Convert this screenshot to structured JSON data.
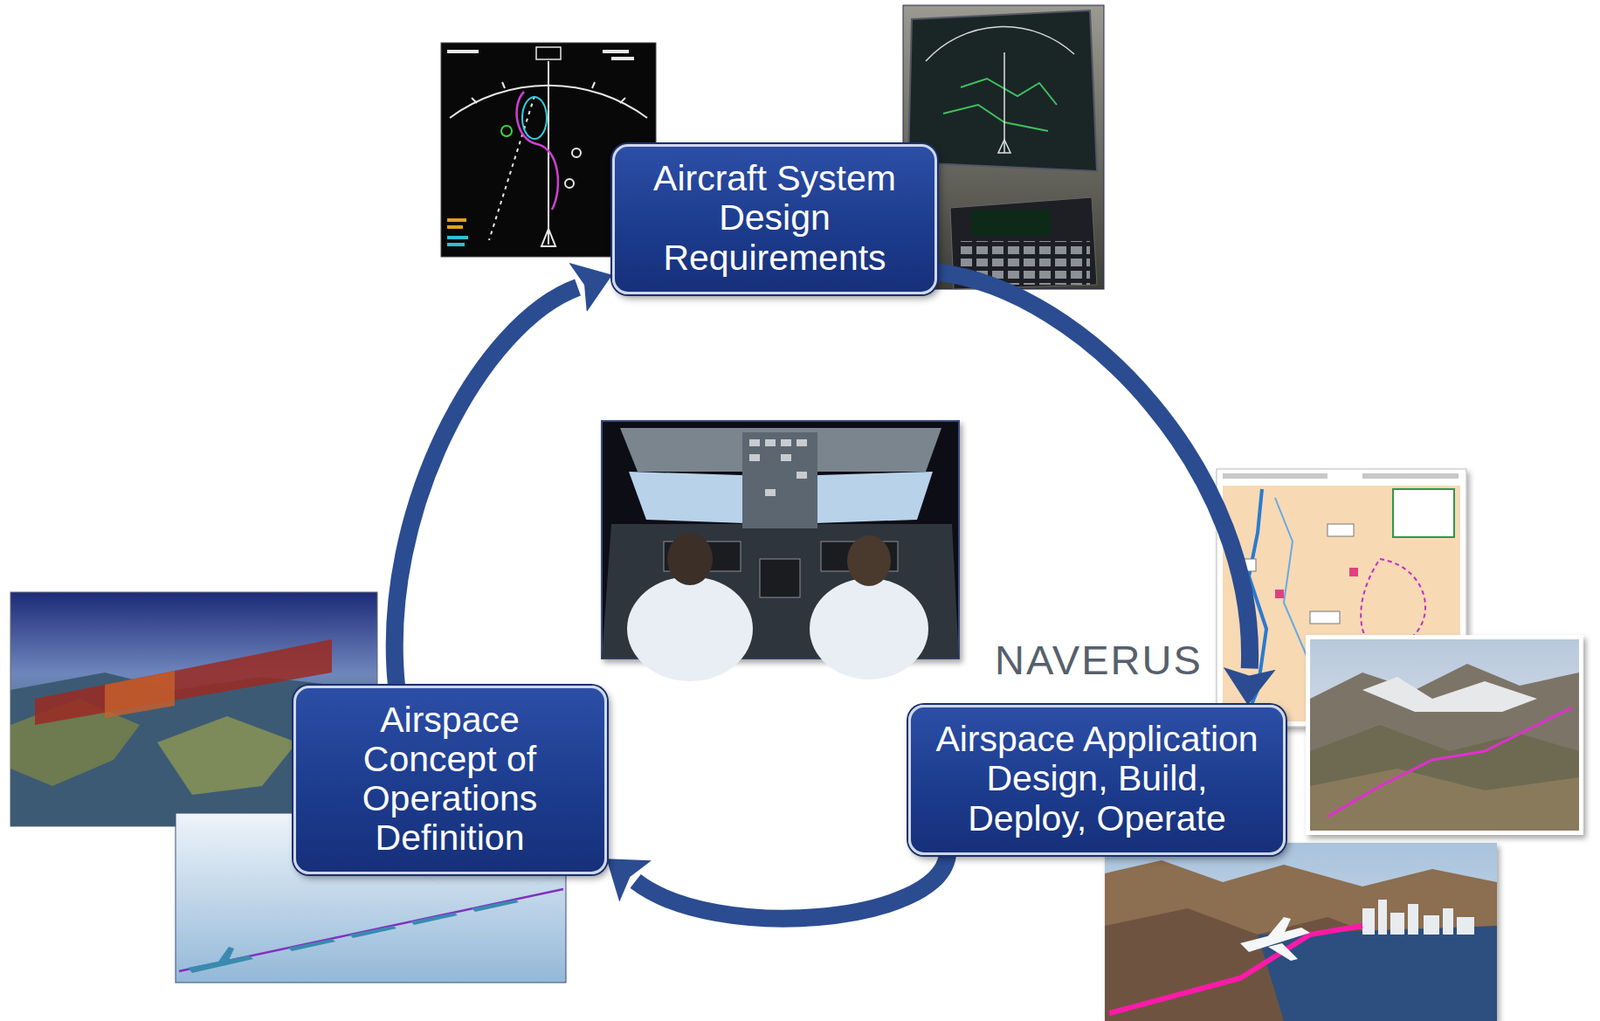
{
  "diagram": {
    "nodes": [
      {
        "text": [
          "Aircraft System Design Requirements"
        ]
      },
      {
        "text": [
          "Airspace Application Design, Build, Deploy, Operate"
        ]
      },
      {
        "text": [
          "Airspace Concept of Operations Definition"
        ]
      }
    ],
    "edges": [
      {
        "from": 0,
        "to": 1,
        "arrow": "to"
      },
      {
        "from": 1,
        "to": 2,
        "arrow": "to"
      },
      {
        "from": 2,
        "to": 0,
        "arrow": "to"
      }
    ],
    "labels": [
      "NAVERUS"
    ]
  }
}
